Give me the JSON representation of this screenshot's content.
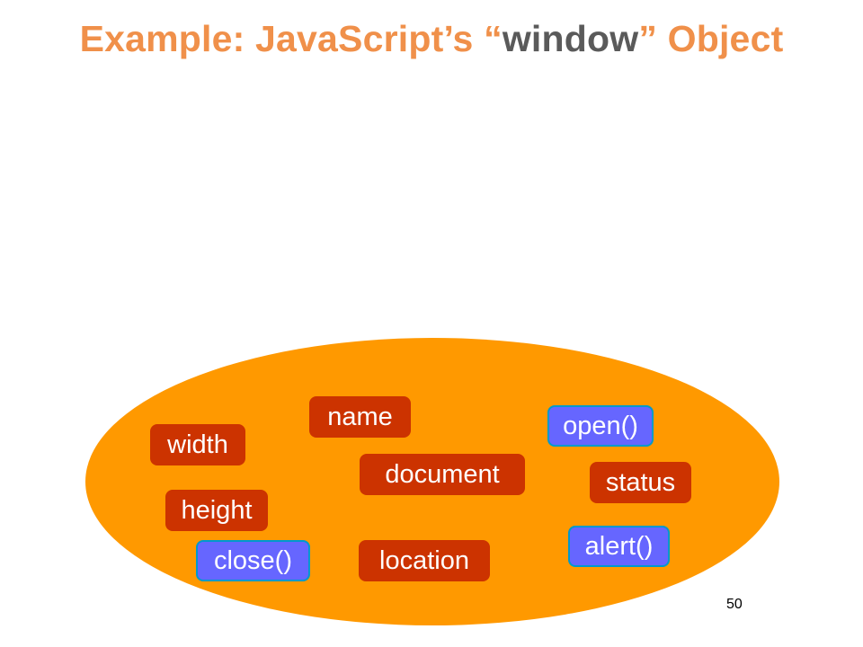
{
  "slide": {
    "title_prefix": "Example: JavaScript’s “",
    "title_keyword": "window",
    "title_suffix": "” Object",
    "page_number": "50"
  },
  "object_members": {
    "name": "name",
    "width": "width",
    "document": "document",
    "height": "height",
    "location": "location",
    "open": "open()",
    "status": "status",
    "alert": "alert()",
    "close": "close()"
  },
  "colors": {
    "title": "#f0904a",
    "title_keyword": "#5a5a5a",
    "ellipse": "#ff9900",
    "property_box": "#cc3300",
    "method_box": "#6666ff",
    "method_border": "#0099cc"
  }
}
